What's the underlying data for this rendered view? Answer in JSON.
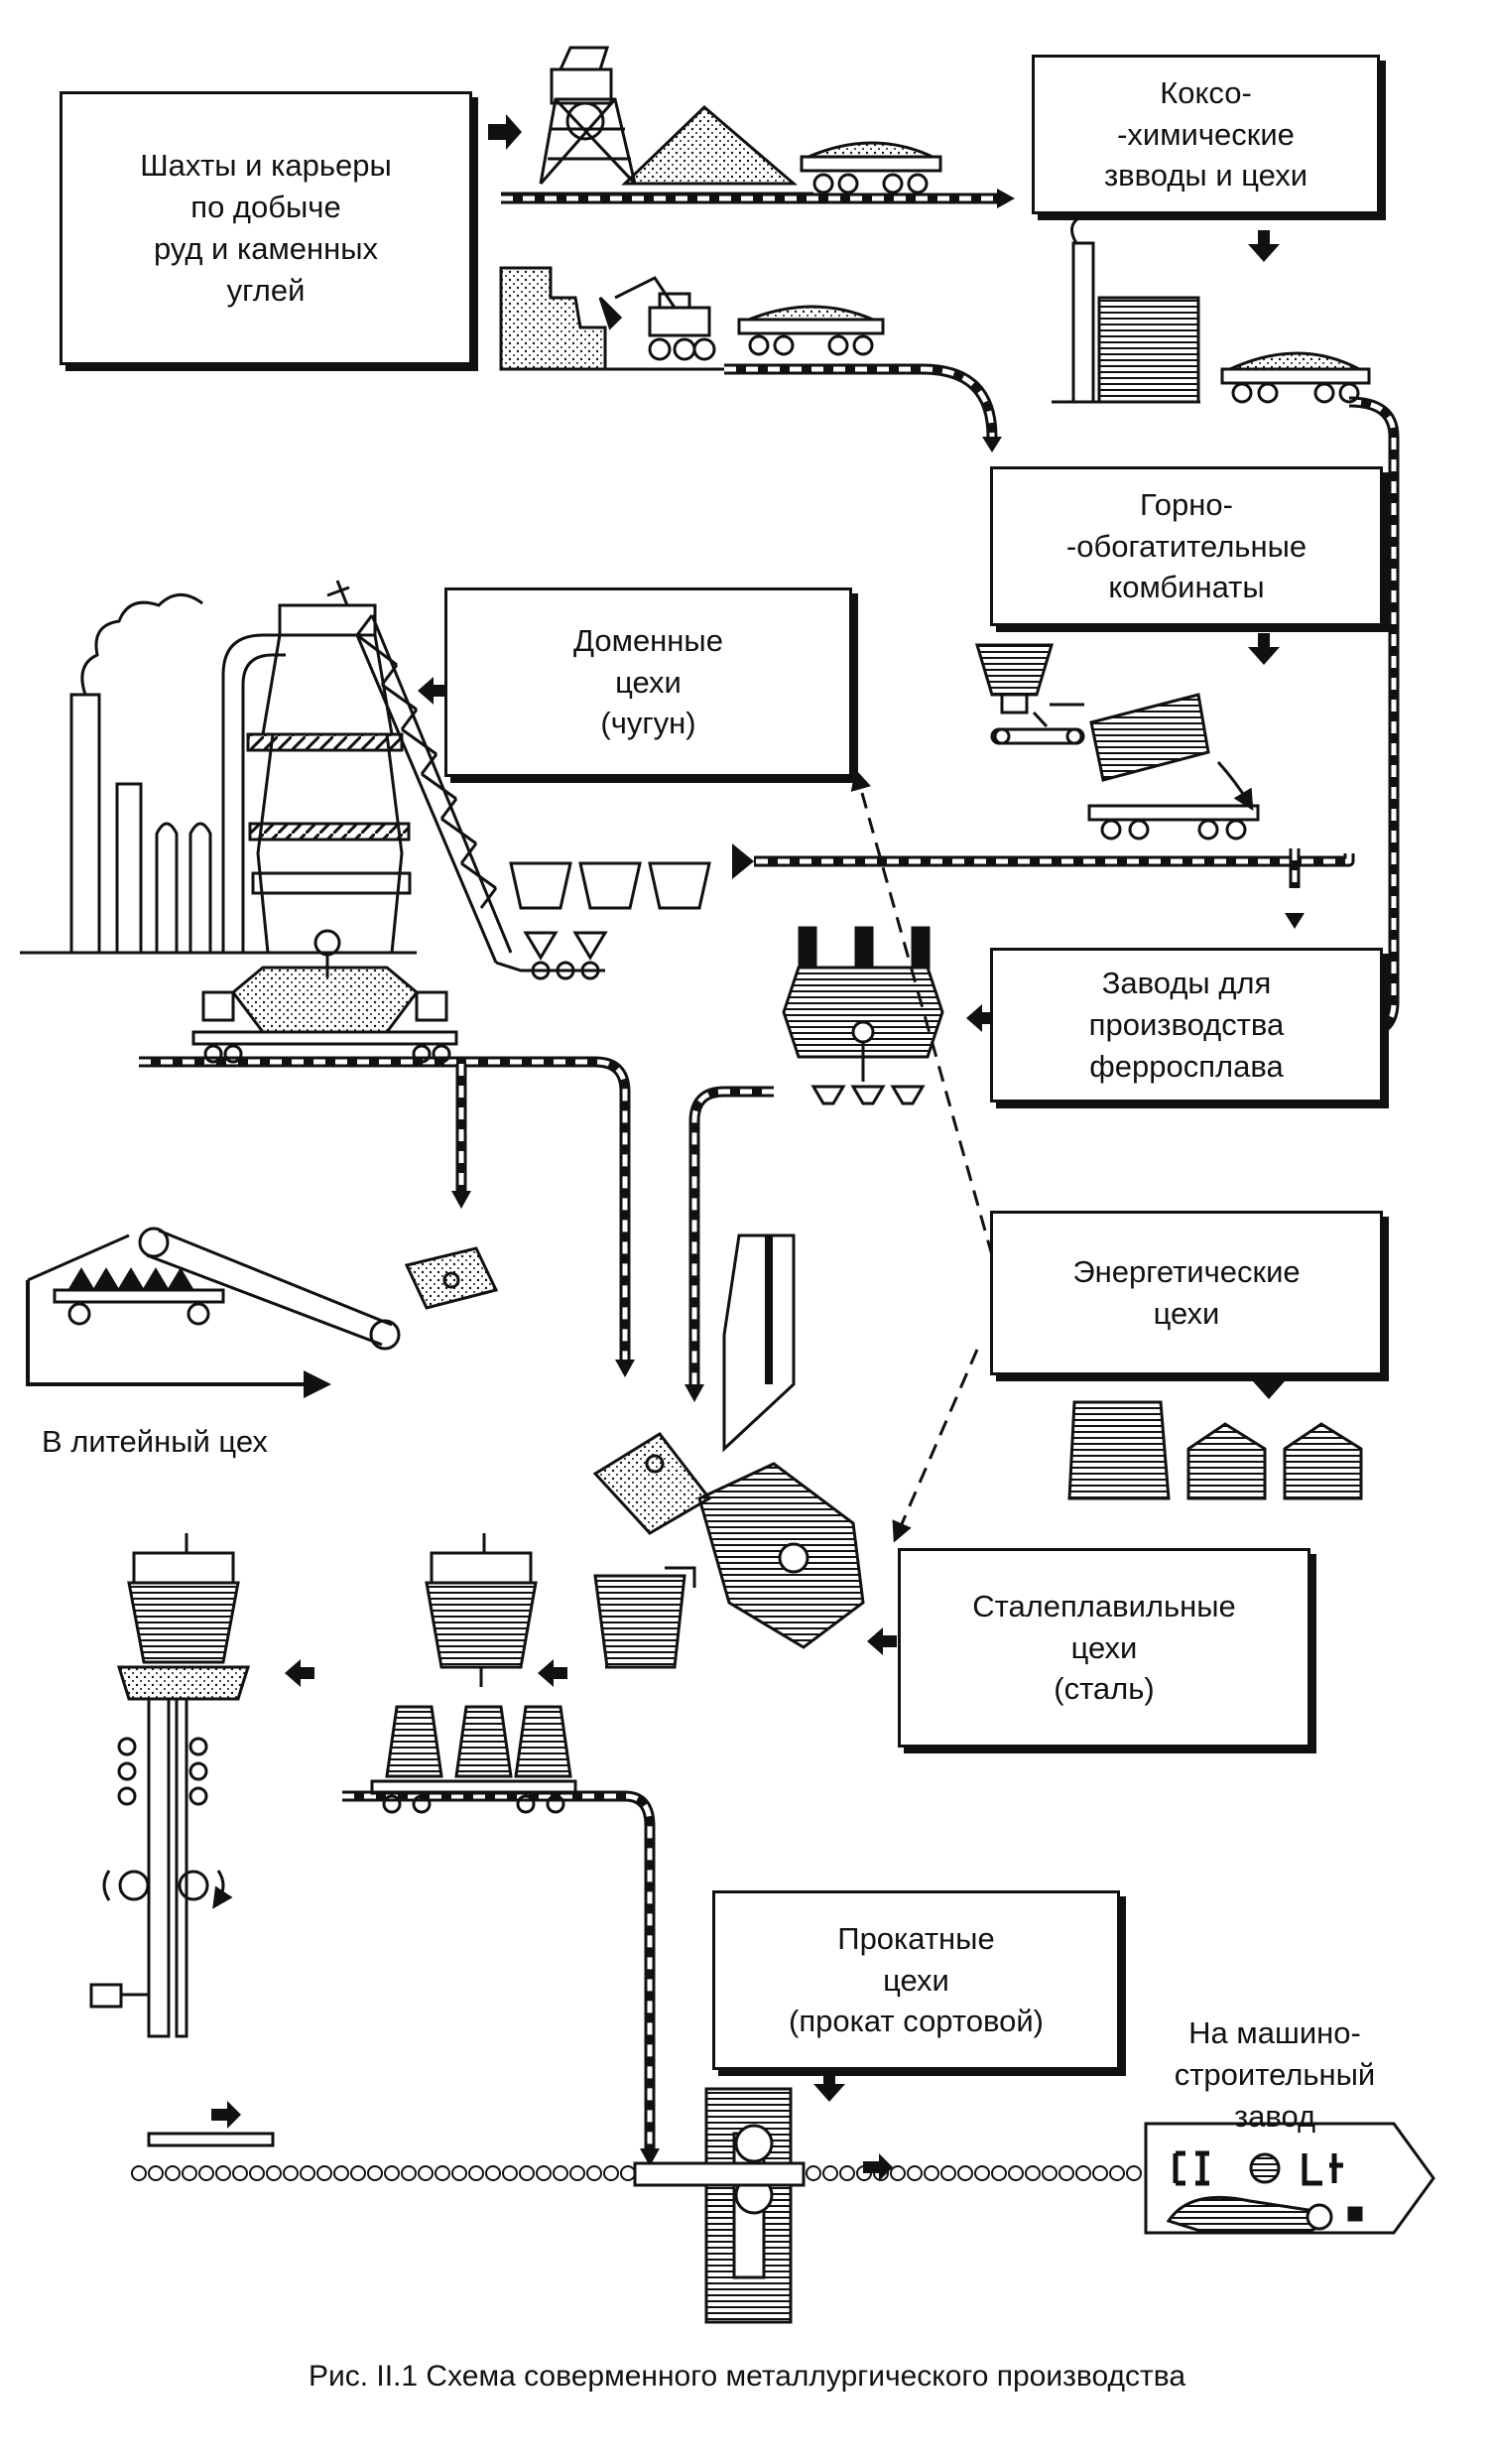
{
  "nodes": {
    "mines": {
      "lines": [
        "Шахты и карьеры",
        "по добыче",
        "руд и каменных",
        "углей"
      ]
    },
    "coke": {
      "lines": [
        "Коксо-",
        "-химические",
        "звводы и цехи"
      ]
    },
    "beneficiation": {
      "lines": [
        "Горно-",
        "-обогатительные",
        "комбинаты"
      ]
    },
    "blast": {
      "lines": [
        "Доменные",
        "цехи",
        "(чугун)"
      ]
    },
    "ferroalloy": {
      "lines": [
        "Заводы для",
        "производства",
        "ферросплава"
      ]
    },
    "energy": {
      "lines": [
        "Энергетические",
        "цехи"
      ]
    },
    "steel": {
      "lines": [
        "Сталеплавильные",
        "цехи",
        "(сталь)"
      ]
    },
    "rolling": {
      "lines": [
        "Прокатные",
        "цехи",
        "(прокат сортовой)"
      ]
    }
  },
  "labels": {
    "foundry": "В литейный цех",
    "machine_plant": [
      "На машино-",
      "строительный",
      "завод"
    ],
    "caption": "Рис. II.1 Схема соверменного металлургического производства"
  }
}
